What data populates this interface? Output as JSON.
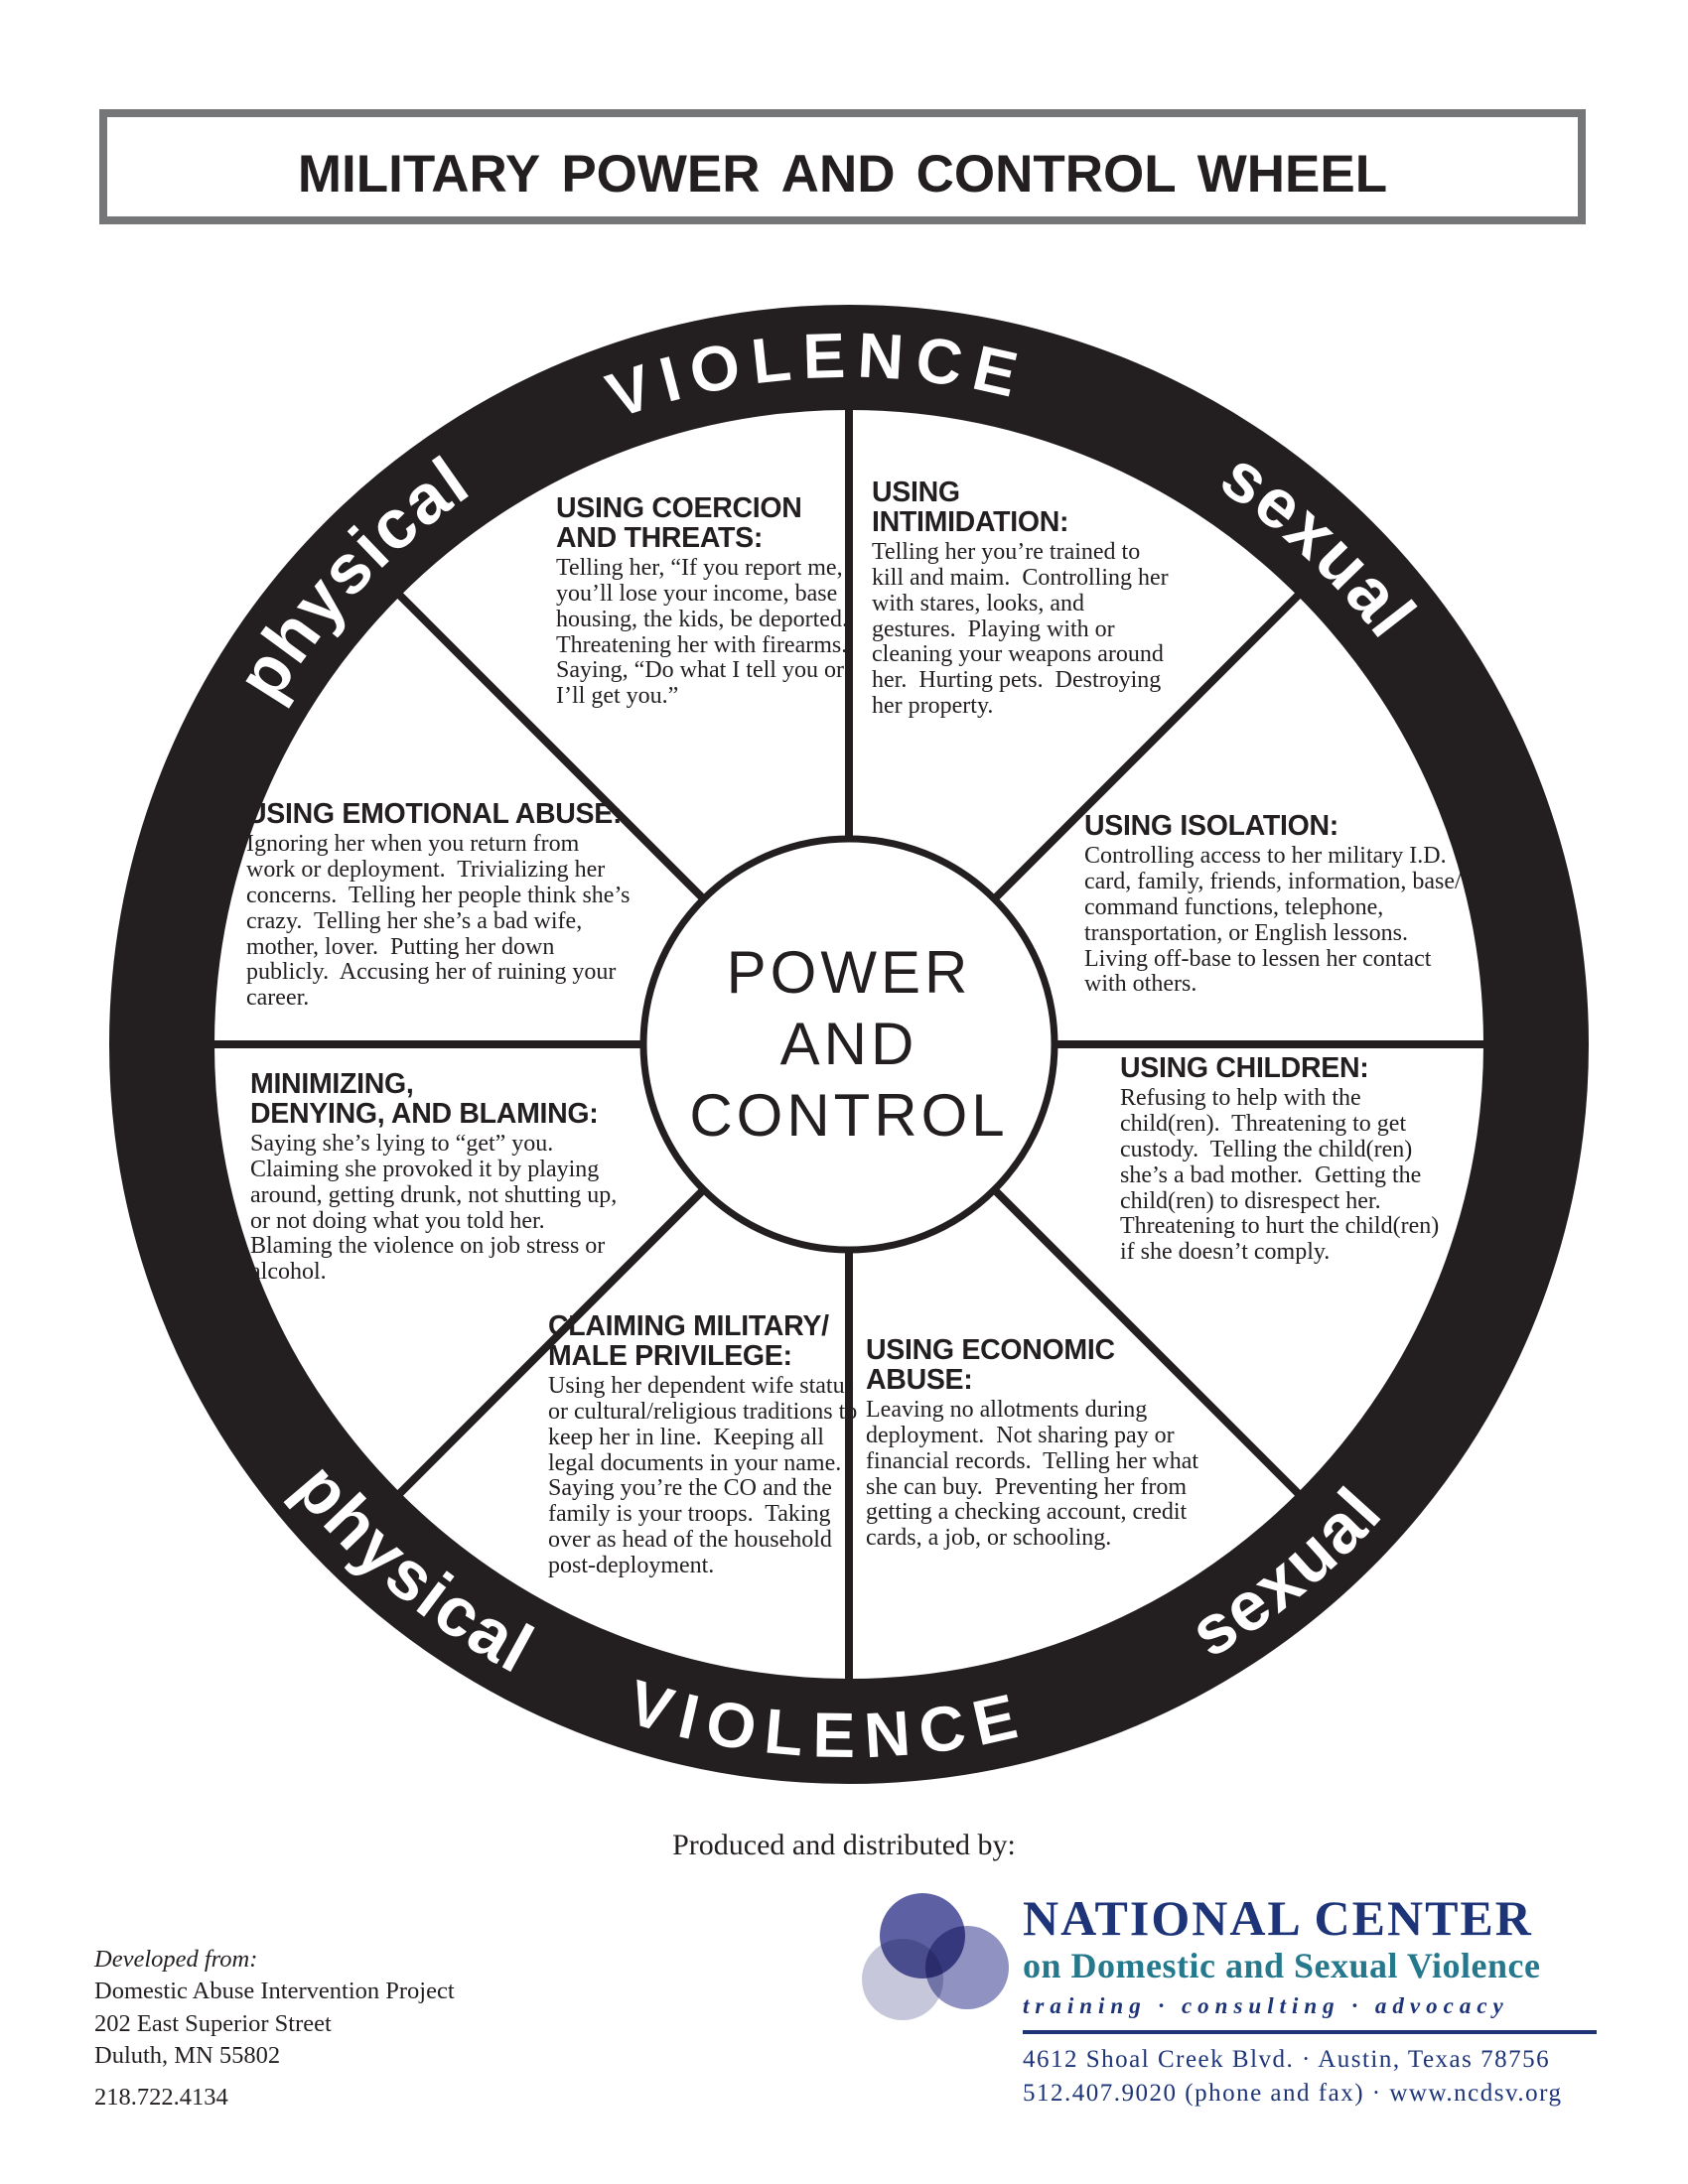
{
  "title": "Military Power and Control Wheel",
  "wheel": {
    "ring": {
      "top": "VIOLENCE",
      "bottom": "VIOLENCE",
      "top_left": "physical",
      "top_right": "sexual",
      "bottom_left": "physical",
      "bottom_right": "sexual"
    },
    "center": {
      "line1": "POWER",
      "line2": "AND",
      "line3": "CONTROL"
    },
    "segments": [
      {
        "id": "coercion-threats",
        "heading": "USING COERCION\nAND THREATS:",
        "body": "Telling her, “If you report me, you’ll lose your income, base housing, the kids, be deported.  Threatening her with firearms.  Saying, “Do what I tell you or I’ll get you.”"
      },
      {
        "id": "intimidation",
        "heading": "USING\nINTIMIDATION:",
        "body": "Telling her you’re trained to kill and maim.  Controlling her with stares, looks, and gestures.  Playing with or cleaning your weapons around her.  Hurting pets.  Destroying her property."
      },
      {
        "id": "isolation",
        "heading": "USING ISOLATION:",
        "body": "Controlling access to her military I.D. card, family, friends, information, base/ command functions, telephone, transportation, or English lessons.  Living off-base to lessen her contact with others."
      },
      {
        "id": "children",
        "heading": "USING CHILDREN:",
        "body": "Refusing to help with the child(ren).  Threatening to get custody.  Telling the child(ren) she’s a bad mother.  Getting the child(ren) to disrespect her.  Threatening to hurt the child(ren) if she doesn’t comply."
      },
      {
        "id": "economic-abuse",
        "heading": "USING ECONOMIC\nABUSE:",
        "body": "Leaving no allotments during deployment.  Not sharing pay or financial records.  Telling her what she can buy.  Preventing her from getting a checking account, credit cards, a job, or schooling."
      },
      {
        "id": "military-male-privilege",
        "heading": "CLAIMING MILITARY/\nMALE PRIVILEGE:",
        "body": "Using her dependent wife status or cultural/religious traditions to keep her in line.  Keeping all legal documents in your name.  Saying you’re the CO and the family is your troops.  Taking over as head of the household post-deployment."
      },
      {
        "id": "minimizing-denying-blaming",
        "heading": "MINIMIZING,\nDENYING, AND BLAMING:",
        "body": "Saying she’s lying to “get” you.  Claiming she provoked it by playing around, getting drunk, not shutting up, or not doing what you told her.  Blaming the violence on job stress or alcohol."
      },
      {
        "id": "emotional-abuse",
        "heading": "USING EMOTIONAL ABUSE:",
        "body": "Ignoring her when you return from work or deployment.  Trivializing her concerns.  Telling her people think she’s crazy.  Telling her she’s a bad wife, mother, lover.  Putting her down publicly.  Accusing her of ruining your career."
      }
    ]
  },
  "footer": {
    "produced_by": "Produced and distributed by:",
    "developed": {
      "label": "Developed from:",
      "line1": "Domestic Abuse Intervention Project",
      "line2": "202 East Superior Street",
      "line3": "Duluth, MN 55802",
      "phone": "218.722.4134"
    },
    "ncdsv": {
      "name_line1": "NATIONAL CENTER",
      "name_line2": "on Domestic and Sexual Violence",
      "tagline": "training  ·  consulting  ·  advocacy",
      "address": "4612 Shoal Creek Blvd.  ·  Austin, Texas 78756",
      "contact": "512.407.9020 (phone and fax)  ·  www.ncdsv.org"
    }
  },
  "colors": {
    "ink": "#231f20",
    "navy": "#1e3478",
    "teal": "#26798c",
    "circle_dark": "#5d61a4",
    "circle_mid": "#9093c1",
    "circle_light": "#c7c7dc",
    "title_border": "#747678"
  }
}
